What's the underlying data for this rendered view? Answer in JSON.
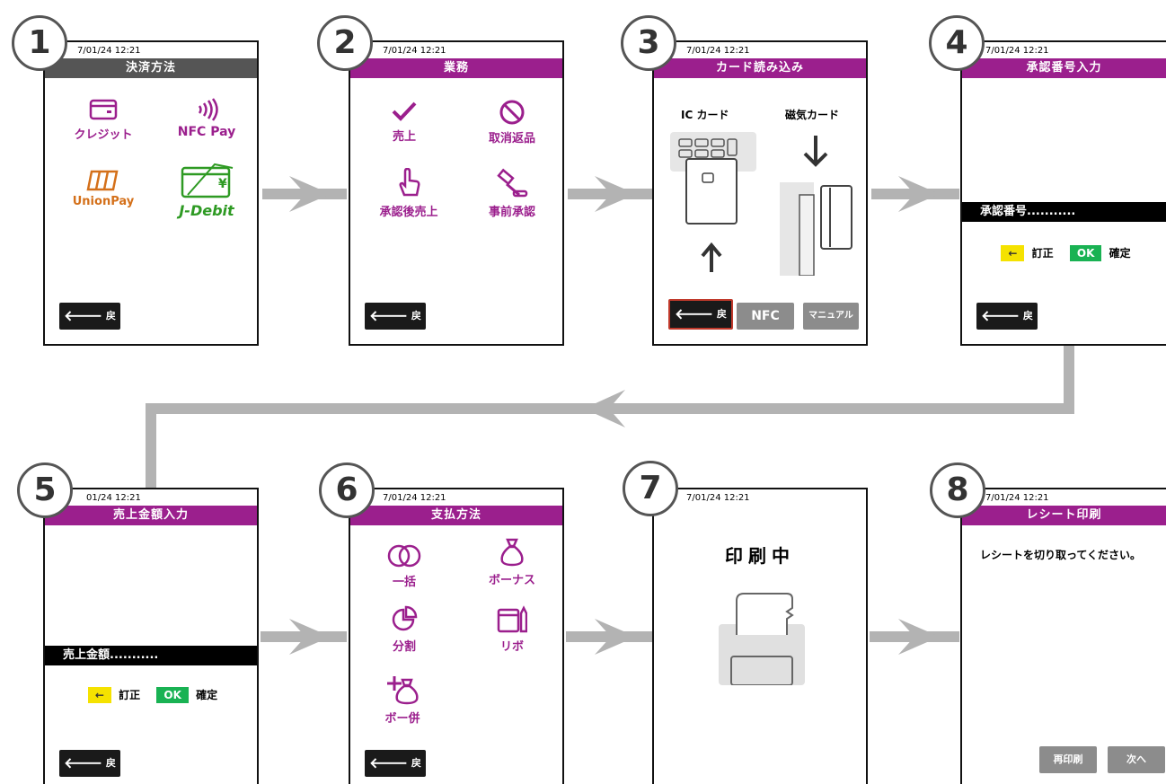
{
  "steps": [
    "1",
    "2",
    "3",
    "4",
    "5",
    "6",
    "7",
    "8"
  ],
  "timestamps": {
    "s1": "7/01/24 12:21",
    "s2": "7/01/24 12:21",
    "s3": "7/01/24 12:21",
    "s4": "7/01/24 12:21",
    "s5": "01/24 12:21",
    "s6": "7/01/24 12:21",
    "s7": "7/01/24 12:21",
    "s8": "7/01/24 12:21"
  },
  "screen1": {
    "title": "決済方法",
    "items": [
      "クレジット",
      "NFC Pay",
      "UnionPay",
      "J-Debit"
    ],
    "back": "戻る"
  },
  "screen2": {
    "title": "業務",
    "items": [
      "売上",
      "取消返品",
      "承認後売上",
      "事前承認"
    ],
    "back": "戻る"
  },
  "screen3": {
    "title": "カード読み込み",
    "ic_label": "IC カード",
    "mag_label": "磁気カード",
    "back": "戻る",
    "nfc": "NFC",
    "manual": "マニュアル"
  },
  "screen4": {
    "title": "承認番号入力",
    "field": "承認番号...........",
    "correct_key": "←",
    "correct": "訂正",
    "ok_key": "OK",
    "confirm": "確定",
    "back": "戻る"
  },
  "screen5": {
    "title": "売上金額入力",
    "field": "売上金額...........",
    "correct_key": "←",
    "correct": "訂正",
    "ok_key": "OK",
    "confirm": "確定",
    "back": "戻る"
  },
  "screen6": {
    "title": "支払方法",
    "items": [
      "一括",
      "ボーナス",
      "分割",
      "リボ",
      "ボー併"
    ],
    "back": "戻る"
  },
  "screen7": {
    "message": "印刷中"
  },
  "screen8": {
    "title": "レシート印刷",
    "message": "レシートを切り取ってください。",
    "reprint": "再印刷",
    "next": "次へ"
  },
  "colors": {
    "accent": "#9b1f8d",
    "arrow": "#b3b3b3",
    "yellow": "#f5e200",
    "green": "#19b253",
    "nfc_green": "#2e9a23",
    "union_orange": "#d4701a"
  }
}
